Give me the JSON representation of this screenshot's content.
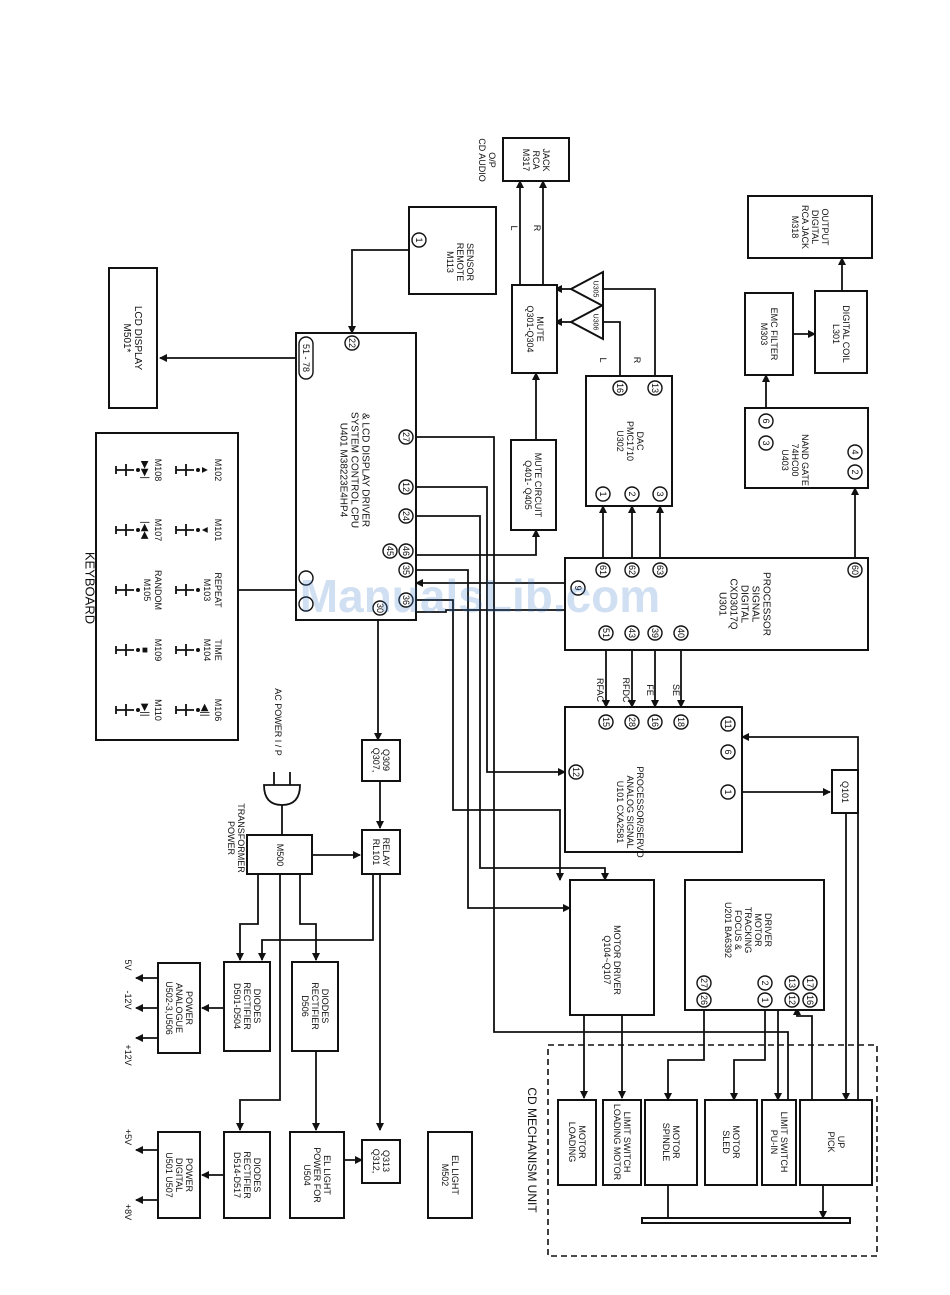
{
  "watermark": "ManualsLib.com",
  "blocks": {
    "keyboard_title": "KEYBOARD",
    "keys": [
      {
        "label": "M108",
        "symbol": "▶▶|"
      },
      {
        "label": "M107",
        "symbol": "|◀◀"
      },
      {
        "label": "RANDOM M105",
        "symbol": ""
      },
      {
        "label": "M109",
        "symbol": "■"
      },
      {
        "label": "M110",
        "symbol": "▶||"
      },
      {
        "label": "M102",
        "symbol": "▲"
      },
      {
        "label": "M101",
        "symbol": "▼"
      },
      {
        "label": "REPEAT M103",
        "symbol": ""
      },
      {
        "label": "TIME M104",
        "symbol": ""
      },
      {
        "label": "M106",
        "symbol": "◀||"
      }
    ],
    "lcd": [
      "M501*",
      "LCD DISPLAY"
    ],
    "cpu": [
      "U401 M38223E4HP4",
      "SYSTEM CONTROL CPU",
      "& LCD DISPLAY DRIVER"
    ],
    "remote": [
      "M113",
      "REMOTE",
      "SENSOR"
    ],
    "mute": [
      "Q301-Q304",
      "MUTE"
    ],
    "rca": [
      "M317",
      "RCA",
      "JACK"
    ],
    "cd_audio": [
      "CD AUDIO",
      "O/P"
    ],
    "mute_circuit": [
      "Q401- Q405",
      "MUTE CIRCUIT"
    ],
    "dac": [
      "U302",
      "PMC1710",
      "DAC"
    ],
    "dsp": [
      "U301",
      "CXD3017Q",
      "DIGITAL",
      "SIGNAL",
      "PROCESSOR"
    ],
    "nand": [
      "U403",
      "74HC00",
      "NAND GATE"
    ],
    "emc": [
      "M303",
      "EMC FILTER"
    ],
    "coil": [
      "L301",
      "DIGITAL COIL"
    ],
    "digital_out": [
      "M318",
      "RCA JACK",
      "DIGITAL",
      "OUTPUT"
    ],
    "servo": [
      "U101 CXA2581",
      "ANALOG SIGNAL",
      "PROCESSOR/SERVO"
    ],
    "q101": "Q101",
    "motor_driver": [
      "Q104~Q107",
      "MOTOR DRIVER"
    ],
    "focus": [
      "U201 BA6392",
      "FOCUS &",
      "TRACKING",
      "MOTOR",
      "DRIVER"
    ],
    "q307": [
      "Q307,",
      "Q309"
    ],
    "relay": [
      "RL101",
      "RELAY"
    ],
    "transformer_label": [
      "POWER",
      "TRANSFORMER"
    ],
    "transformer": "M500",
    "ac_power": "AC POWER I / P",
    "analogue": [
      "U502-3,U506",
      "ANALOGUE",
      "POWER"
    ],
    "rect1": [
      "D501-D504",
      "RECTIFIER",
      "DIODES"
    ],
    "rect2": [
      "D506",
      "RECTIFIER",
      "DIODES"
    ],
    "digital_power": [
      "U501 U507",
      "DIGITAL",
      "POWER"
    ],
    "rect3": [
      "D514-D517",
      "RECTIFIER",
      "DIODES"
    ],
    "el_power": [
      "U504",
      "POWER FOR",
      "EL LIGHT"
    ],
    "q312": [
      "Q312,",
      "Q313"
    ],
    "el_light": [
      "M502",
      "EL LIGHT"
    ],
    "mechanism_title": "CD MECHANISM UNIT",
    "loading_motor": [
      "LOADING",
      "MOTOR"
    ],
    "loading_switch": [
      "LOADING MOTOR",
      "LIMIT SWITCH"
    ],
    "spindle": [
      "SPINDLE",
      "MOTOR"
    ],
    "sled": [
      "SLED",
      "MOTOR"
    ],
    "puin": [
      "PU-IN",
      "LIMIT SWITCH"
    ],
    "pickup": [
      "PICK",
      "UP"
    ]
  },
  "voltages": [
    "5V",
    "-12V",
    "+12V",
    "+5V",
    "+8V"
  ],
  "signals": [
    "RFAC",
    "RFDC",
    "FE",
    "SE",
    "L",
    "R",
    "L",
    "R"
  ],
  "amps": [
    "U305",
    "U306"
  ],
  "pins": {
    "cpu": [
      "51 - 78",
      "22",
      "27",
      "12",
      "24",
      "45",
      "46",
      "35",
      "36",
      "30",
      "9"
    ],
    "remote": "1",
    "dac": [
      "16",
      "13",
      "1",
      "2",
      "3"
    ],
    "dsp": [
      "61",
      "62",
      "63",
      "60",
      "51",
      "43",
      "39",
      "40",
      "9"
    ],
    "nand": [
      "3",
      "6",
      "2",
      "4"
    ],
    "servo": [
      "15",
      "28",
      "16",
      "18",
      "11",
      "6",
      "12",
      "1"
    ],
    "focus": [
      "26",
      "27",
      "1",
      "2",
      "12",
      "13",
      "16",
      "17"
    ]
  }
}
